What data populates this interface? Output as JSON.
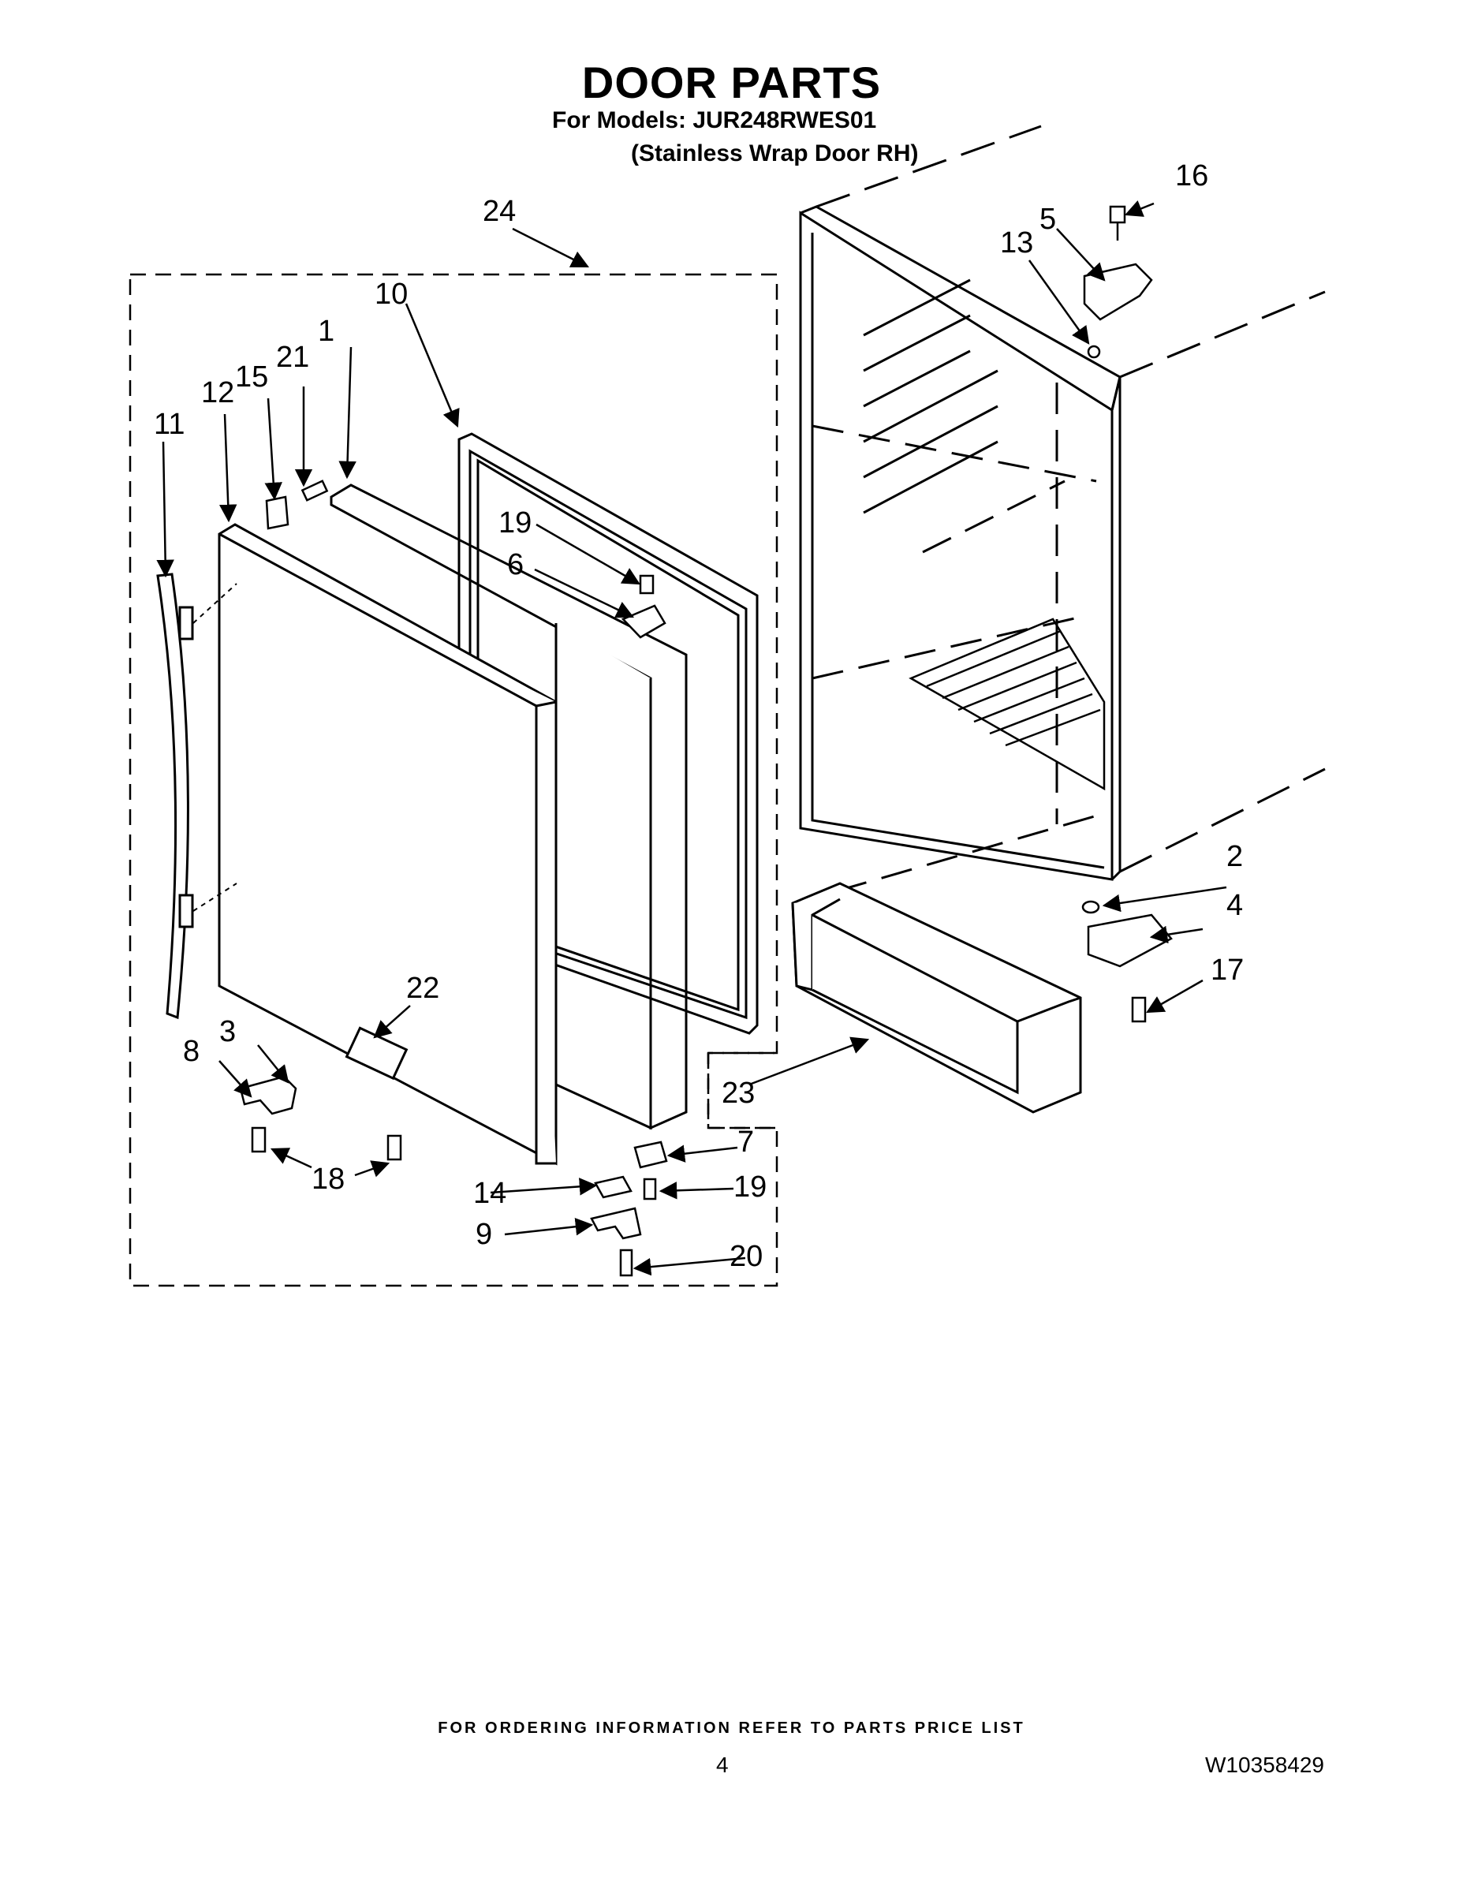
{
  "header": {
    "title": "DOOR PARTS",
    "models": "For Models: JUR248RWES01",
    "variant": "(Stainless Wrap Door RH)"
  },
  "callouts": {
    "c1": "1",
    "c2": "2",
    "c3": "3",
    "c4": "4",
    "c5": "5",
    "c6": "6",
    "c7": "7",
    "c8": "8",
    "c9": "9",
    "c10": "10",
    "c11": "11",
    "c12": "12",
    "c13": "13",
    "c14": "14",
    "c15": "15",
    "c16": "16",
    "c17": "17",
    "c18": "18",
    "c19a": "19",
    "c19b": "19",
    "c20": "20",
    "c21": "21",
    "c22": "22",
    "c23": "23",
    "c24": "24"
  },
  "footer": {
    "ordering": "FOR ORDERING INFORMATION REFER TO PARTS PRICE LIST",
    "page": "4",
    "doc_number": "W10358429"
  }
}
